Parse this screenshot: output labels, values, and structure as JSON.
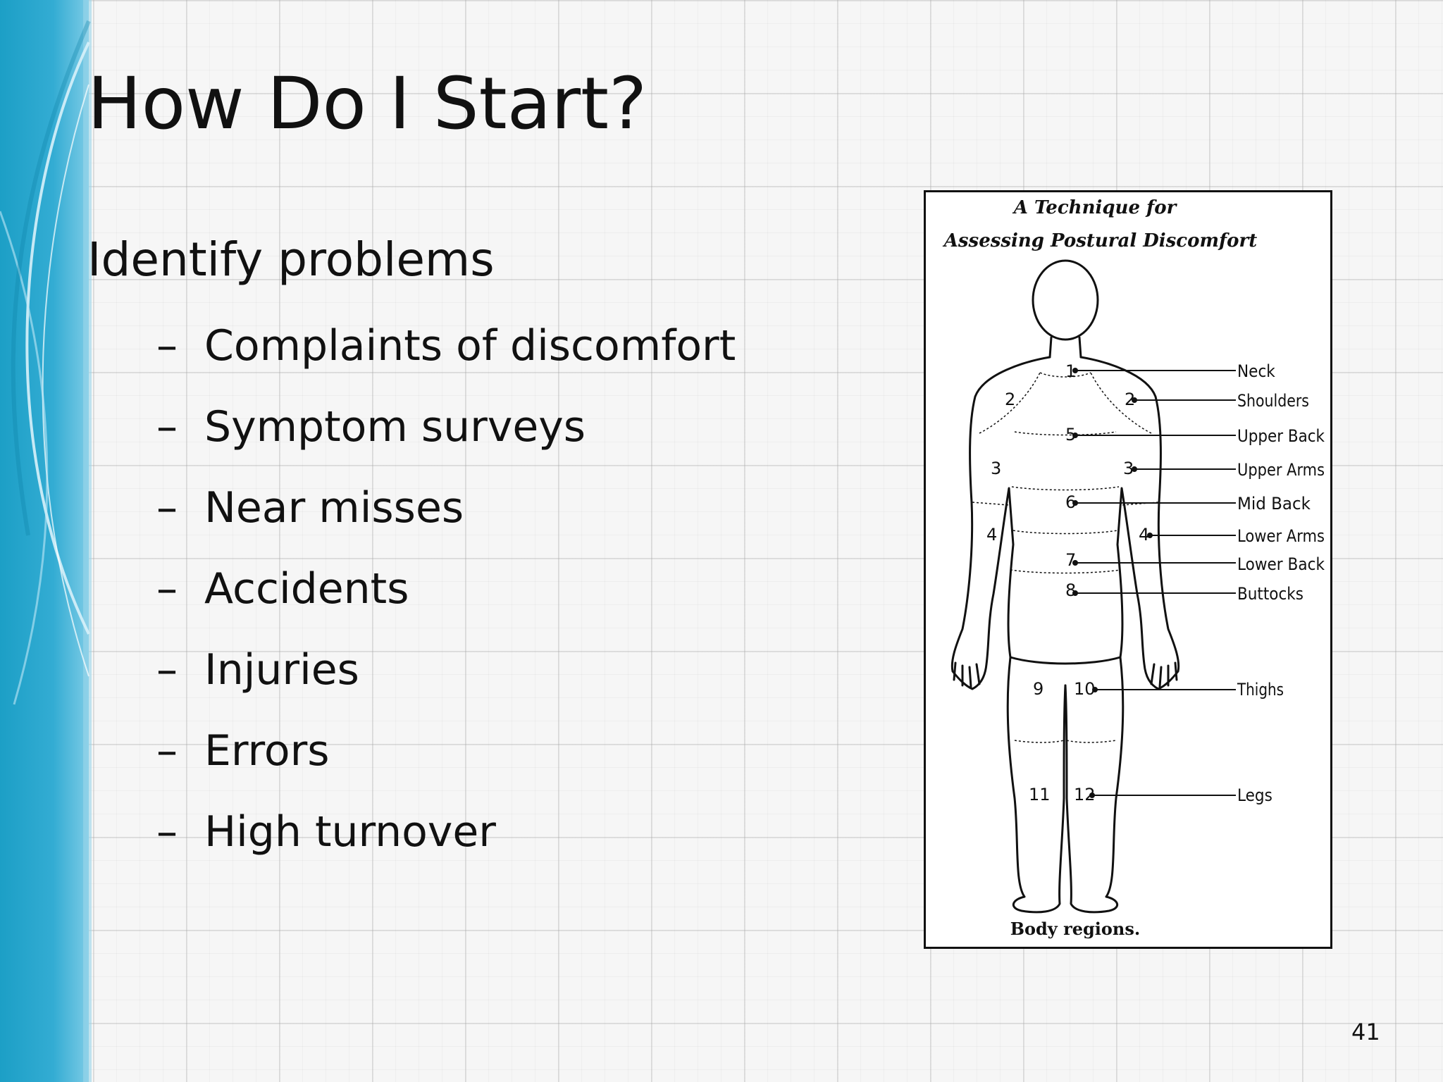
{
  "slide": {
    "title": "How Do I Start?",
    "level1_text": "Identify problems",
    "bullets": [
      "Complaints of discomfort",
      "Symptom surveys",
      "Near misses",
      "Accidents",
      "Injuries",
      "Errors",
      "High turnover"
    ],
    "bullet_marker": "–",
    "page_number": "41"
  },
  "figure": {
    "title_line1": "A Technique for",
    "title_line2": "Assessing Postural Discomfort",
    "caption": "Body regions.",
    "labels": {
      "neck": "Neck",
      "shoulders": "Shoulders",
      "upper_back": "Upper Back",
      "upper_arms": "Upper Arms",
      "mid_back": "Mid Back",
      "lower_arms": "Lower Arms",
      "lower_back": "Lower Back",
      "buttocks": "Buttocks",
      "thighs": "Thighs",
      "legs": "Legs"
    },
    "region_numbers": {
      "n1": "1",
      "n2_left": "2",
      "n2_right": "2",
      "n3_left": "3",
      "n3_right": "3",
      "n4_left": "4",
      "n4_right": "4",
      "n5": "5",
      "n6": "6",
      "n7": "7",
      "n8": "8",
      "n9": "9",
      "n10": "10",
      "n11": "11",
      "n12": "12"
    }
  },
  "colors": {
    "band_dark": "#1596be",
    "band_light": "#5fc3e4",
    "text": "#111111"
  }
}
